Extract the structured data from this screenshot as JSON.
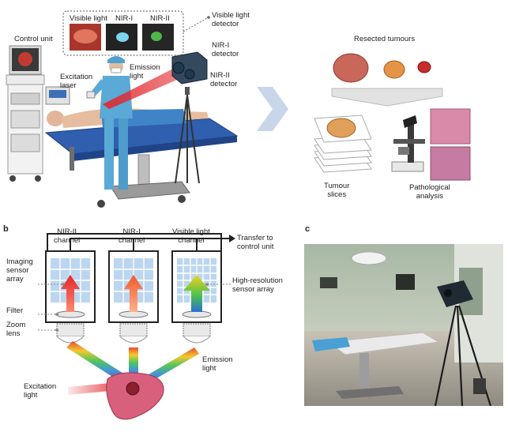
{
  "panel_a": {
    "control_unit": "Control unit",
    "visible_light": "Visible light",
    "nir1": "NIR-I",
    "nir2": "NIR-II",
    "visible_light_detector": "Visible light\ndetector",
    "nir1_detector": "NIR-I\ndetector",
    "nir2_detector": "NIR-II\ndetector",
    "excitation_laser": "Excitation\nlaser",
    "emission_light": "Emission\nlight",
    "resected_tumours": "Resected tumours",
    "tumour_slices": "Tumour\nslices",
    "pathological_analysis": "Pathological\nanalysis"
  },
  "panel_b": {
    "letter": "b",
    "nir2_channel": "NIR-II\nchannel",
    "nir1_channel": "NIR-I\nchannel",
    "visible_channel": "Visible light\nchannel",
    "transfer": "Transfer to\ncontrol unit",
    "imaging_sensor_array": "Imaging\nsensor\narray",
    "high_res_sensor": "High-resolution\nsensor array",
    "filter": "Filter",
    "zoom_lens": "Zoom\nlens",
    "emission_light": "Emission\nlight",
    "excitation_light": "Excitation\nlight"
  },
  "panel_c": {
    "letter": "c"
  },
  "colors": {
    "bed_blue": "#2f5fae",
    "laser_red": "#e3262b",
    "sensor_blue": "#bcd6ef",
    "chevron": "#c8d6ea",
    "tissue_pink": "#d98aa8"
  }
}
